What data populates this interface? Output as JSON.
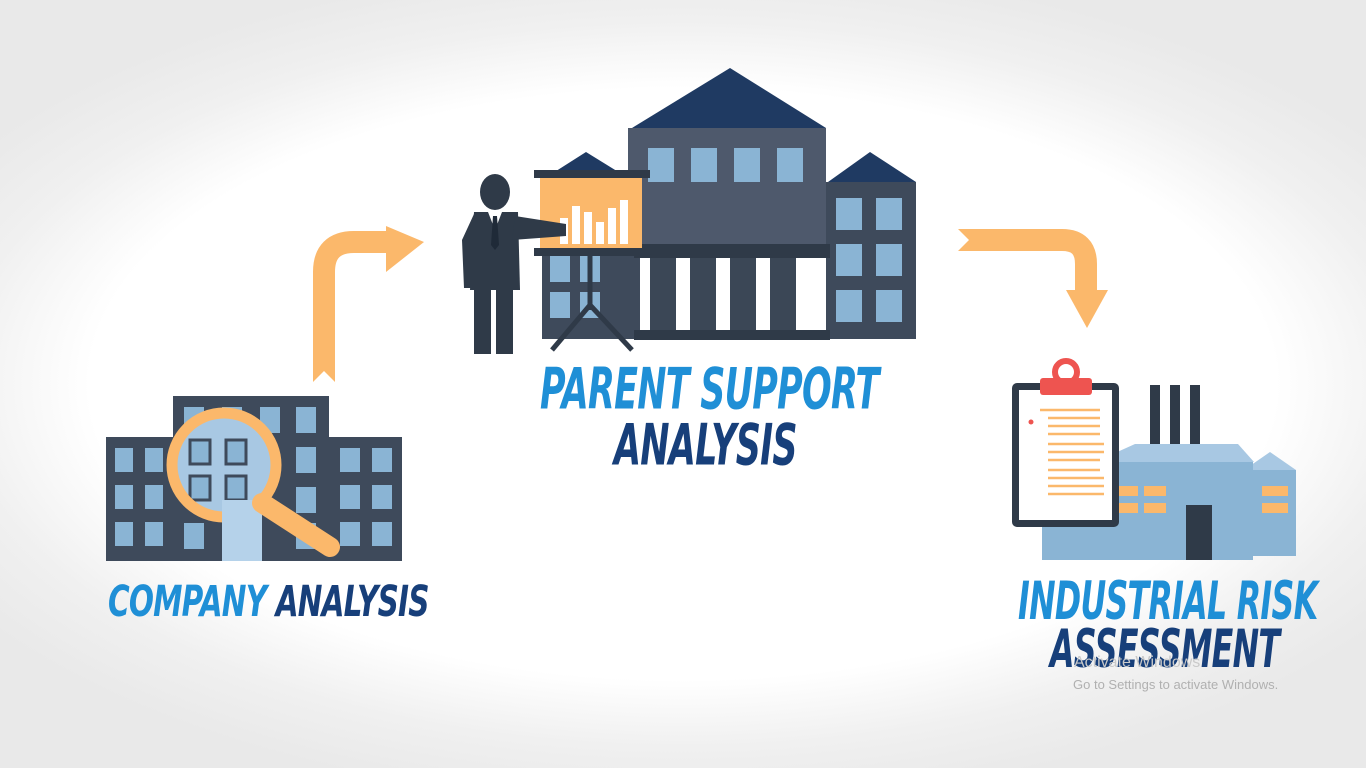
{
  "steps": [
    {
      "word1": "COMPANY",
      "word2": "ANALYSIS",
      "icon": "office-building-magnifier-icon"
    },
    {
      "line1": "PARENT SUPPORT",
      "line2": "ANALYSIS",
      "icon": "presenter-parent-building-icon"
    },
    {
      "line1": "INDUSTRIAL RISK",
      "line2": "ASSESSMENT",
      "icon": "factory-clipboard-icon"
    }
  ],
  "watermark": {
    "title": "Activate Windows",
    "subtitle": "Go to Settings to activate Windows."
  },
  "colors": {
    "light_blue_text": "#1f8fd6",
    "dark_blue_text": "#173f7a",
    "arrow_orange": "#fbb86b",
    "building_slate": "#3e4a5b",
    "window_blue": "#8ab4d4",
    "roof_navy": "#1f3a62"
  }
}
